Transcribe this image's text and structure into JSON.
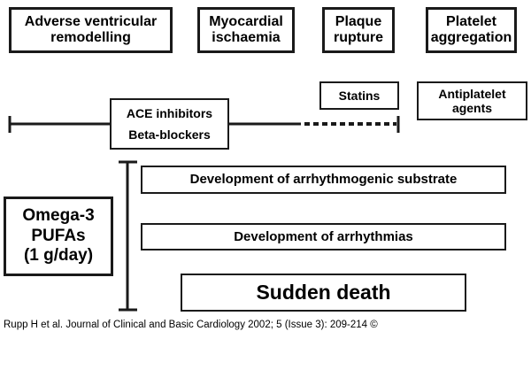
{
  "top_boxes": [
    {
      "line1": "Adverse ventricular",
      "line2": "remodelling"
    },
    {
      "line1": "Myocardial",
      "line2": "ischaemia"
    },
    {
      "line1": "Plaque",
      "line2": "rupture"
    },
    {
      "line1": "Platelet",
      "line2": "aggregation"
    }
  ],
  "middle": {
    "ace_inhibitors": "ACE inhibitors",
    "beta_blockers": "Beta-blockers",
    "statins": "Statins",
    "antiplatelet_line1": "Antiplatelet",
    "antiplatelet_line2": "agents"
  },
  "omega": {
    "line1": "Omega-3",
    "line2": "PUFAs",
    "line3": "(1 g/day)"
  },
  "stages": {
    "substrate": "Development of arrhythmogenic substrate",
    "arrhythmias": "Development of arrhythmias",
    "sudden_death": "Sudden death"
  },
  "caption": "Rupp H et al. Journal of Clinical and Basic Cardiology 2002; 5 (Issue 3): 209-214 ©"
}
